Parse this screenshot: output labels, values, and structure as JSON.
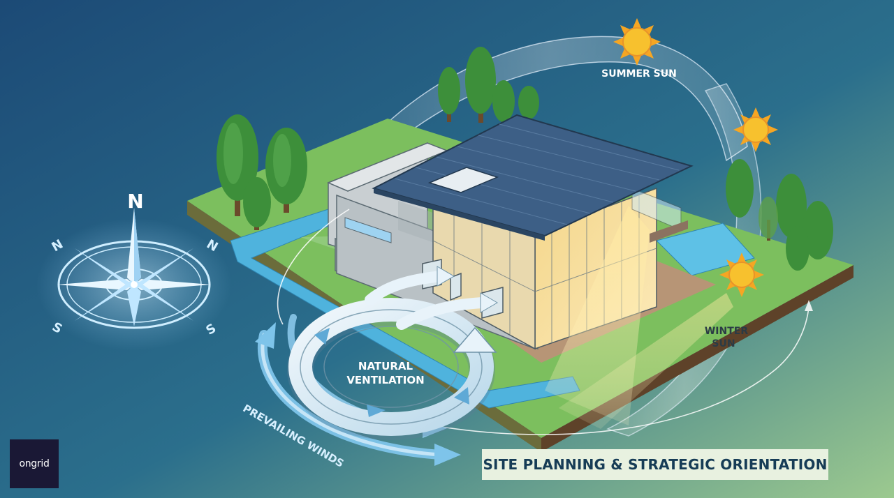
{
  "compass": {
    "north_label": "N",
    "ne_label": "N",
    "nw_label": "N",
    "sw_label": "S",
    "se_label": "S"
  },
  "labels": {
    "summer_sun": "SUMMER SUN",
    "winter_sun_line1": "WINTER",
    "winter_sun_line2": "SUN",
    "natural_ventilation_line1": "NATURAL",
    "natural_ventilation_line2": "VENTILATION",
    "prevailing_winds": "PREVAILING WINDS"
  },
  "caption": "SITE PLANNING & STRATEGIC ORIENTATION",
  "logo": "ongrid",
  "colors": {
    "background_top": "#1d4d78",
    "background_bottom": "#8fc08c",
    "grass": "#7cbf5e",
    "water": "#4fb3dd",
    "roof": "#3d5f86",
    "sun": "#f7c12e",
    "compass_glow": "#bfe6ff",
    "tree": "#3d8f3a"
  }
}
